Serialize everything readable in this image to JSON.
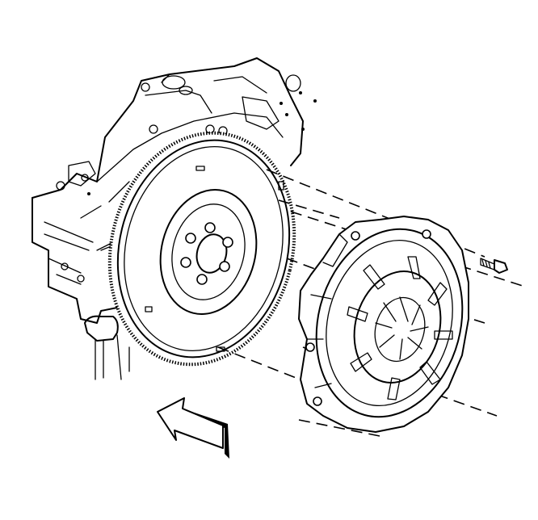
{
  "diagram": {
    "components": [
      "engine-block",
      "flywheel",
      "clutch-pressure-plate",
      "bolt",
      "direction-arrow"
    ],
    "colors": {
      "line": "#000000",
      "background": "#ffffff"
    },
    "icons": {
      "direction": "arrow-left-icon"
    }
  }
}
